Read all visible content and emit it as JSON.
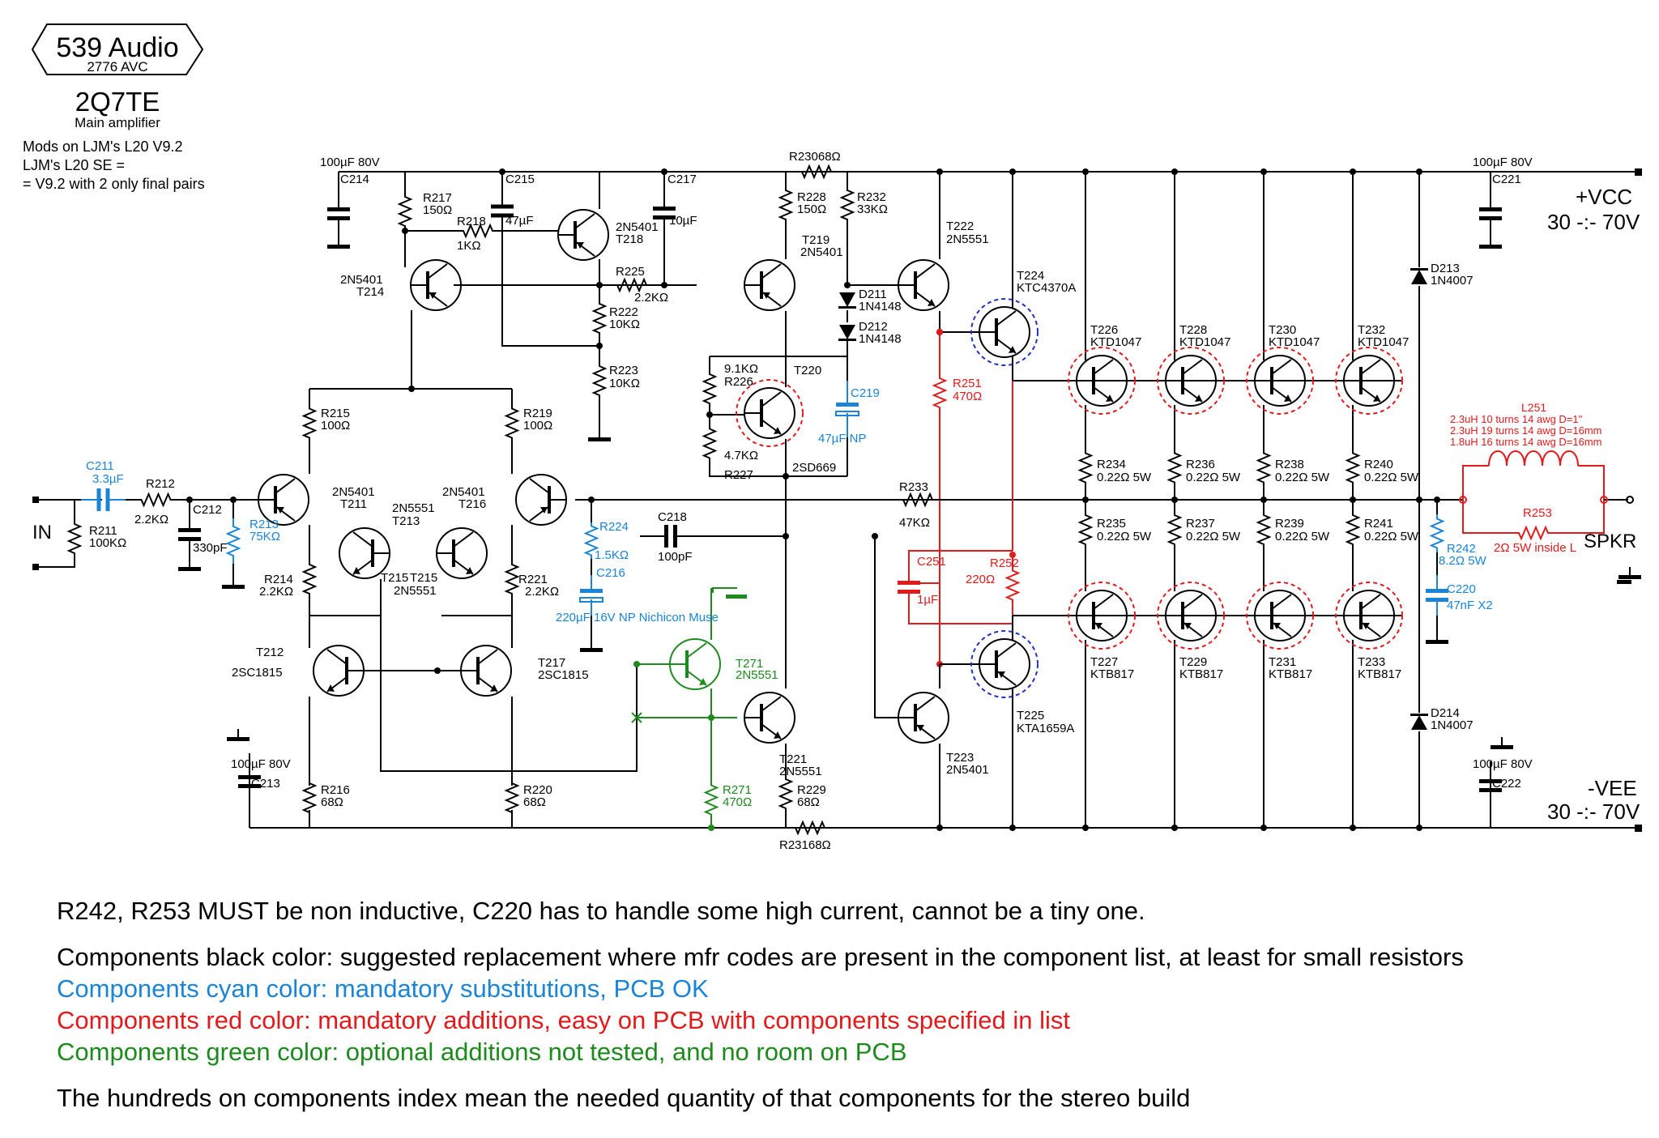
{
  "header": {
    "logo_name": "539 Audio",
    "logo_model": "2776 AVC",
    "title": "2Q7TE",
    "subtitle": "Main amplifier",
    "mods_line1": "Mods on LJM's L20 V9.2",
    "mods_line2": "LJM's L20 SE =",
    "mods_line3": "= V9.2 with 2 only final pairs"
  },
  "rails": {
    "vcc": "+VCC",
    "vcc_range": "30 -:- 70V",
    "vee": "-VEE",
    "vee_range": "30 -:- 70V",
    "input": "IN",
    "output": "SPKR"
  },
  "colors": {
    "black": "#000000",
    "cyan": "#1a84d6",
    "red": "#e11b1b",
    "green": "#1d8a1d",
    "blue_ring": "#1f2fc0"
  },
  "labels": {
    "c214": "C214",
    "c214v": "100µF 80V",
    "r217": "R217",
    "r217v": "150Ω",
    "r218": "R218",
    "r218v": "1KΩ",
    "c215": "C215",
    "c215v": "47µF",
    "t218": "2N5401",
    "t218n": "T218",
    "c217": "C217",
    "c217v": "10µF",
    "r230": "R23068Ω",
    "r228": "R228",
    "r228v": "150Ω",
    "r232": "R232",
    "r232v": "33KΩ",
    "t214": "2N5401",
    "t214n": "T214",
    "r225": "R225",
    "r225v": "2.2KΩ",
    "r222": "R222",
    "r222v": "10KΩ",
    "r223": "R223",
    "r223v": "10KΩ",
    "t219": "T219",
    "t219v": "2N5401",
    "d211": "D211",
    "d211v": "1N4148",
    "d212": "D212",
    "d212v": "1N4148",
    "t222": "T222",
    "t222v": "2N5551",
    "t224": "T224",
    "t224v": "KTC4370A",
    "r226": "9.1KΩ",
    "r226n": "R226",
    "t220": "T220",
    "r227": "4.7KΩ",
    "r227n": "R227",
    "t220v": "2SD669",
    "c219": "C219",
    "c219v": "47µF NP",
    "r251": "R251",
    "r251v": "470Ω",
    "r215": "R215",
    "r215v": "100Ω",
    "r219": "R219",
    "r219v": "100Ω",
    "c211": "C211",
    "c211v": "3.3µF",
    "r212": "R212",
    "r212v": "2.2KΩ",
    "c212": "C212",
    "c212v": "330pF",
    "r211": "R211",
    "r211v": "100KΩ",
    "r213": "R213",
    "r213v": "75KΩ",
    "t211": "2N5401",
    "t211n": "T211",
    "t213": "2N5551",
    "t213n": "T213",
    "t216": "2N5401",
    "t216n": "T216",
    "t215": "T215",
    "t215v": "2N5551",
    "r224": "R224",
    "r224v": "1.5KΩ",
    "c216": "C216",
    "c216v": "220µF 16V NP Nichicon Muse",
    "c218": "C218",
    "c218v": "100pF",
    "r233": "R233",
    "r233v": "47KΩ",
    "r214": "R214",
    "r214v": "2.2KΩ",
    "r221": "R221",
    "r221v": "2.2KΩ",
    "t212": "T212",
    "t212v": "2SC1815",
    "t217": "T217",
    "t217v": "2SC1815",
    "t271": "T271",
    "t271v": "2N5551",
    "c213": "C213",
    "c213v": "100µF 80V",
    "r216": "R216",
    "r216v": "68Ω",
    "r220": "R220",
    "r220v": "68Ω",
    "r271": "R271",
    "r271v": "470Ω",
    "t221": "T221",
    "t221v": "2N5551",
    "r229": "R229",
    "r229v": "68Ω",
    "r231": "R23168Ω",
    "t223": "T223",
    "t223v": "2N5401",
    "t225": "T225",
    "t225v": "KTA1659A",
    "c251": "C251",
    "c251v": "1µF",
    "r252": "R252",
    "r252v": "220Ω",
    "t226": "T226",
    "t226v": "KTD1047",
    "t228": "T228",
    "t228v": "KTD1047",
    "t230": "T230",
    "t230v": "KTD1047",
    "t232": "T232",
    "t232v": "KTD1047",
    "r234": "R234",
    "r234v": "0.22Ω 5W",
    "r236": "R236",
    "r236v": "0.22Ω 5W",
    "r238": "R238",
    "r238v": "0.22Ω 5W",
    "r240": "R240",
    "r240v": "0.22Ω 5W",
    "r235": "R235",
    "r235v": "0.22Ω 5W",
    "r237": "R237",
    "r237v": "0.22Ω 5W",
    "r239": "R239",
    "r239v": "0.22Ω 5W",
    "r241": "R241",
    "r241v": "0.22Ω 5W",
    "t227": "T227",
    "t227v": "KTB817",
    "t229": "T229",
    "t229v": "KTB817",
    "t231": "T231",
    "t231v": "KTB817",
    "t233": "T233",
    "t233v": "KTB817",
    "c221": "C221",
    "c221v": "100µF 80V",
    "d213": "D213",
    "d213v": "1N4007",
    "d214": "D214",
    "d214v": "1N4007",
    "c222": "C222",
    "c222v": "100µF 80V",
    "r242": "R242",
    "r242v": "8.2Ω 5W",
    "c220": "C220",
    "c220v": "47nF X2",
    "l251": "L251",
    "l251a": "2.3uH 10 turns 14 awg D=1\"",
    "l251b": "2.3uH 19 turns 14 awg D=16mm",
    "l251c": "1.8uH 16 turns 14 awg D=16mm",
    "r253": "R253",
    "r253v": "2Ω 5W inside L"
  },
  "notes": {
    "line1": "R242, R253 MUST be non inductive, C220 has to handle some high current, cannot be a tiny one.",
    "line2": "Components black color: suggested replacement where mfr codes are present in the component list, at least for small resistors",
    "line3": "Components cyan color: mandatory substitutions, PCB OK",
    "line4": "Components red color: mandatory additions, easy on PCB with components specified in list",
    "line5": "Components green color: optional additions not tested, and no room on PCB",
    "line6": "The hundreds on components index mean the needed quantity of that components for the stereo build"
  }
}
